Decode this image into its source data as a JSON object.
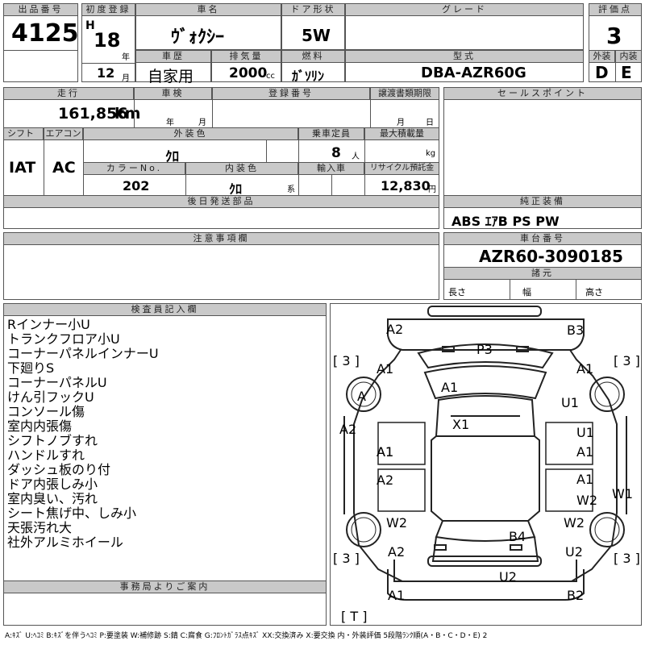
{
  "lot": {
    "label": "出品番号",
    "value": "4125"
  },
  "first_reg": {
    "label": "初度登録",
    "era": "H",
    "year": "18",
    "nen": "年",
    "month": "12",
    "tsuki": "月"
  },
  "car_name": {
    "label": "車名",
    "value": "ｳﾞｫｸｼｰ"
  },
  "door": {
    "label": "ドア形状",
    "value": "5W"
  },
  "grade": {
    "label": "グレード",
    "value": ""
  },
  "score": {
    "label": "評価点",
    "value": "3",
    "ext_label": "外装",
    "int_label": "内装",
    "ext": "D",
    "int": "E"
  },
  "history": {
    "label": "車歴",
    "value": "自家用"
  },
  "displacement": {
    "label": "排気量",
    "value": "2000",
    "unit": "cc"
  },
  "fuel": {
    "label": "燃料",
    "value": "ｶﾞｿﾘﾝ"
  },
  "model": {
    "label": "型式",
    "value": "DBA-AZR60G"
  },
  "mileage": {
    "label": "走行",
    "value": "161,856",
    "unit": "km"
  },
  "inspection": {
    "label": "車検",
    "nen": "年",
    "tsuki": "月"
  },
  "reg_no": {
    "label": "登録番号",
    "value": ""
  },
  "transfer": {
    "label": "譲渡書類期限",
    "tsuki": "月",
    "hi": "日"
  },
  "sales_point": {
    "label": "セールスポイント"
  },
  "shift": {
    "label": "シフト",
    "value": "IAT"
  },
  "aircon": {
    "label": "エアコン",
    "value": "AC"
  },
  "exterior_color": {
    "label": "外装色",
    "value": "ｸﾛ"
  },
  "capacity": {
    "label": "乗車定員",
    "value": "8",
    "unit": "人"
  },
  "max_load": {
    "label": "最大積載量",
    "unit": "kg"
  },
  "color_no": {
    "label": "カラーNo.",
    "value": "202"
  },
  "interior_color": {
    "label": "内装色",
    "value": "ｸﾛ",
    "unit": "系"
  },
  "import": {
    "label": "輸入車"
  },
  "recycle": {
    "label": "リサイクル預託金",
    "value": "12,830",
    "unit": "円"
  },
  "later_parts": {
    "label": "後日発送部品"
  },
  "equipment": {
    "label": "純正装備",
    "value": "ABS ｴｱB PS PW"
  },
  "notes_header": {
    "label": "注意事項欄"
  },
  "chassis": {
    "label": "車台番号",
    "value": "AZR60-3090185"
  },
  "specs": {
    "label": "諸元",
    "length": "長さ",
    "width": "幅",
    "height": "高さ"
  },
  "inspector": {
    "label": "検査員記入欄",
    "notes": [
      "Rインナー小U",
      "トランクフロア小U",
      "コーナーパネルインナーU",
      "下廻りS",
      "コーナーパネルU",
      "けん引フックU",
      "コンソール傷",
      "室内内張傷",
      "シフトノブすれ",
      "ハンドルすれ",
      "ダッシュ板のり付",
      "ドア内張しみ小",
      "室内臭い、汚れ",
      "シート焦げ中、しみ小",
      "天張汚れ大",
      "社外アルミホイール"
    ]
  },
  "office": {
    "label": "事務局よりご案内"
  },
  "diagram": {
    "labels": [
      "A2",
      "B3",
      "P3",
      "A1",
      "A1",
      "A1",
      "A",
      "U1",
      "A1",
      "X1",
      "A2",
      "U1",
      "A1",
      "A1",
      "A2",
      "A1",
      "W2",
      "W1",
      "W2",
      "W2",
      "B4",
      "A2",
      "U2",
      "U2",
      "A1",
      "B2"
    ],
    "tires": [
      "3",
      "3",
      "3",
      "3"
    ],
    "trunk": "T"
  },
  "legend": "A:ｷｽﾞ U:ﾍｺﾐ B:ｷｽﾞを伴うﾍｺﾐ P:要塗装 W:補修跡 S:錆 C:腐食 G:ﾌﾛﾝﾄｶﾞﾗｽ点ｷｽﾞ XX:交換済み X:要交換 内・外装評価 5段階ﾗﾝｸ順(A・B・C・D・E) 2"
}
